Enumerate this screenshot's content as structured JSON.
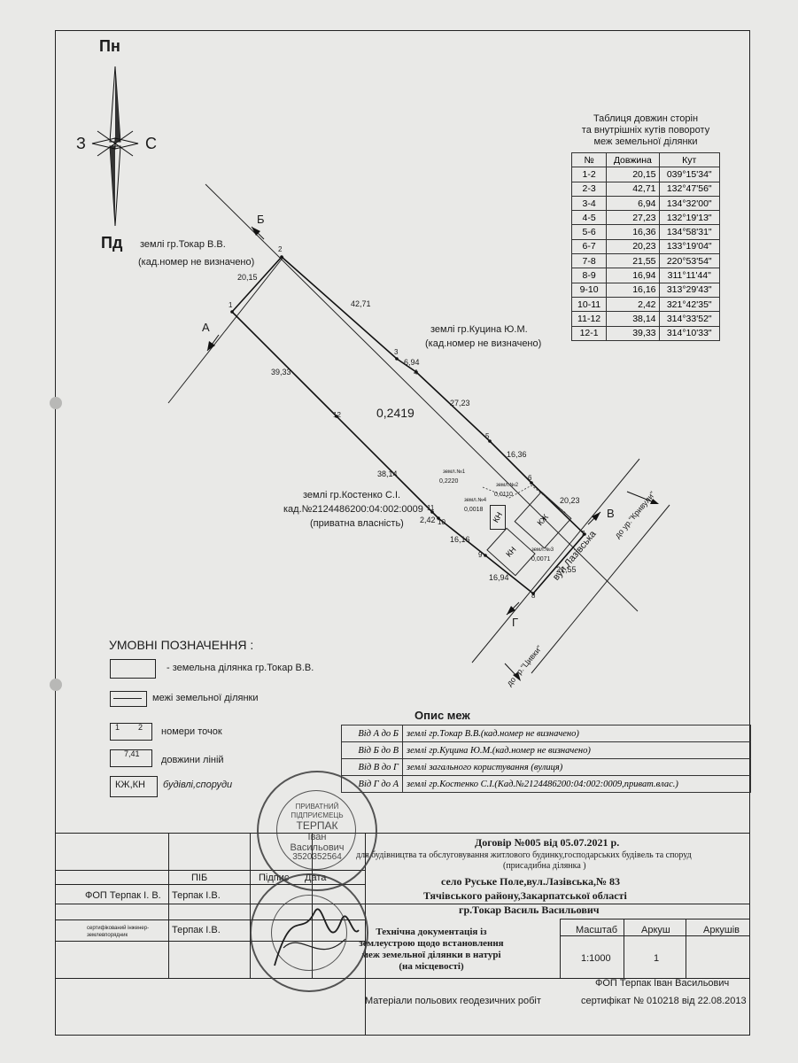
{
  "compass": {
    "north": "Пн",
    "south": "Пд",
    "west": "З",
    "east": "С"
  },
  "table_title": [
    "Таблиця довжин сторін",
    "та внутрішніх кутів повороту",
    "меж земельної ділянки"
  ],
  "table_headers": [
    "№",
    "Довжина",
    "Кут"
  ],
  "segments": [
    [
      "1-2",
      "20,15",
      "039°15'34\""
    ],
    [
      "2-3",
      "42,71",
      "132°47'56\""
    ],
    [
      "3-4",
      "6,94",
      "134°32'00\""
    ],
    [
      "4-5",
      "27,23",
      "132°19'13\""
    ],
    [
      "5-6",
      "16,36",
      "134°58'31\""
    ],
    [
      "6-7",
      "20,23",
      "133°19'04\""
    ],
    [
      "7-8",
      "21,55",
      "220°53'54\""
    ],
    [
      "8-9",
      "16,94",
      "311°11'44\""
    ],
    [
      "9-10",
      "16,16",
      "313°29'43\""
    ],
    [
      "10-11",
      "2,42",
      "321°42'35\""
    ],
    [
      "11-12",
      "38,14",
      "314°33'52\""
    ],
    [
      "12-1",
      "39,33",
      "314°10'33\""
    ]
  ],
  "map": {
    "area": "0,2419",
    "neighbor_top": [
      "землі гр.Токар В.В.",
      "(кад.номер не визначено)"
    ],
    "neighbor_right": [
      "землі гр.Куцина Ю.М.",
      "(кад.номер не визначено)"
    ],
    "neighbor_left": [
      "землі гр.Костенко С.І.",
      "кад.№2124486200:04:002:0009",
      "(приватна власність)"
    ],
    "letters": {
      "a": "А",
      "b": "Б",
      "v": "В",
      "g": "Г"
    },
    "street": "вул.Лазівська",
    "to_kryvuly": "до ур.\"Кривули\"",
    "to_tsyvky": "до ур.\"Цивки\"",
    "lengths": {
      "l12": "20,15",
      "l23": "42,71",
      "l34": "6,94",
      "l45": "27,23",
      "l56": "16,36",
      "l67": "20,23",
      "l78": "21,55",
      "l89": "16,94",
      "l910": "16,16",
      "l1011": "2,42",
      "l1112": "38,14",
      "l121": "39,33"
    },
    "points": [
      "1",
      "2",
      "3",
      "4",
      "5",
      "6",
      "7",
      "8",
      "9",
      "10",
      "11",
      "12"
    ],
    "buildings": {
      "kn1": "КН",
      "kn2": "КН",
      "kzh": "КЖ"
    },
    "subplots": {
      "s1": [
        "земл.№1",
        "0,2220"
      ],
      "s2": [
        "земл.№2",
        "0,0110"
      ],
      "s3": [
        "земл.№3",
        "0,0071"
      ],
      "s4": [
        "земл.№4",
        "0,0018"
      ]
    }
  },
  "legend": {
    "title": "УМОВНІ ПОЗНАЧЕННЯ :",
    "items": [
      "- земельна ділянка гр.Токар В.В.",
      "межі земельної ділянки",
      "номери точок",
      "довжини ліній",
      "будівлі,споруди"
    ],
    "sample_points": [
      "1",
      "2"
    ],
    "sample_length": "7,41",
    "sample_building": "КЖ,КН"
  },
  "boundary_desc": {
    "title": "Опис меж",
    "rows": [
      [
        "Від А до Б",
        "землі гр.Токар В.В.(кад.номер не визначено)"
      ],
      [
        "Від Б до В",
        "землі гр.Куцина Ю.М.(кад.номер не визначено)"
      ],
      [
        "Від В до Г",
        "землі загального користування (вулиця)"
      ],
      [
        "Від Г до А",
        "землі гр.Костенко С.І.(Кад.№2124486200:04:002:0009,приват.влас.)"
      ]
    ]
  },
  "title_block": {
    "contract": "Договір №005 від 05.07.2021 р.",
    "purpose": "для будівництва та обслуговування житлового будинку,господарських будівель та споруд",
    "purpose2": "(присадибна ділянка )",
    "address1": "село Руське Поле,вул.Лазівська,№ 83",
    "address2": "Тячівського району,Закарпатської області",
    "owner": "гр.Токар Василь Васильович",
    "pib_header": "ПІБ",
    "sign_header": "Підпис",
    "date_header": "Дата",
    "row1_role": "ФОП Терпак І. В.",
    "row1_name": "Терпак І.В.",
    "row2_role": "сертифікований інженер-землевпорядник",
    "row2_name": "Терпак І.В.",
    "doc_title": "Технічна документація із землеустрою щодо встановлення меж земельної ділянки в натурі (на місцевості)",
    "scale_label": "Масштаб",
    "sheet_label": "Аркуш",
    "sheets_label": "Аркушів",
    "scale": "1:1000",
    "sheet": "1",
    "materials": "Матеріали польових геодезичних робіт",
    "company": "ФОП Терпак Іван Васильович",
    "certificate": "сертифікат № 010218 від 22.08.2013"
  },
  "stamp": {
    "line1": "ПРИВАТНИЙ",
    "line2": "ПІДПРИЄМЕЦЬ",
    "line3": "ТЕРПАК",
    "line4": "Іван",
    "line5": "Васильович",
    "code": "3520352564"
  }
}
